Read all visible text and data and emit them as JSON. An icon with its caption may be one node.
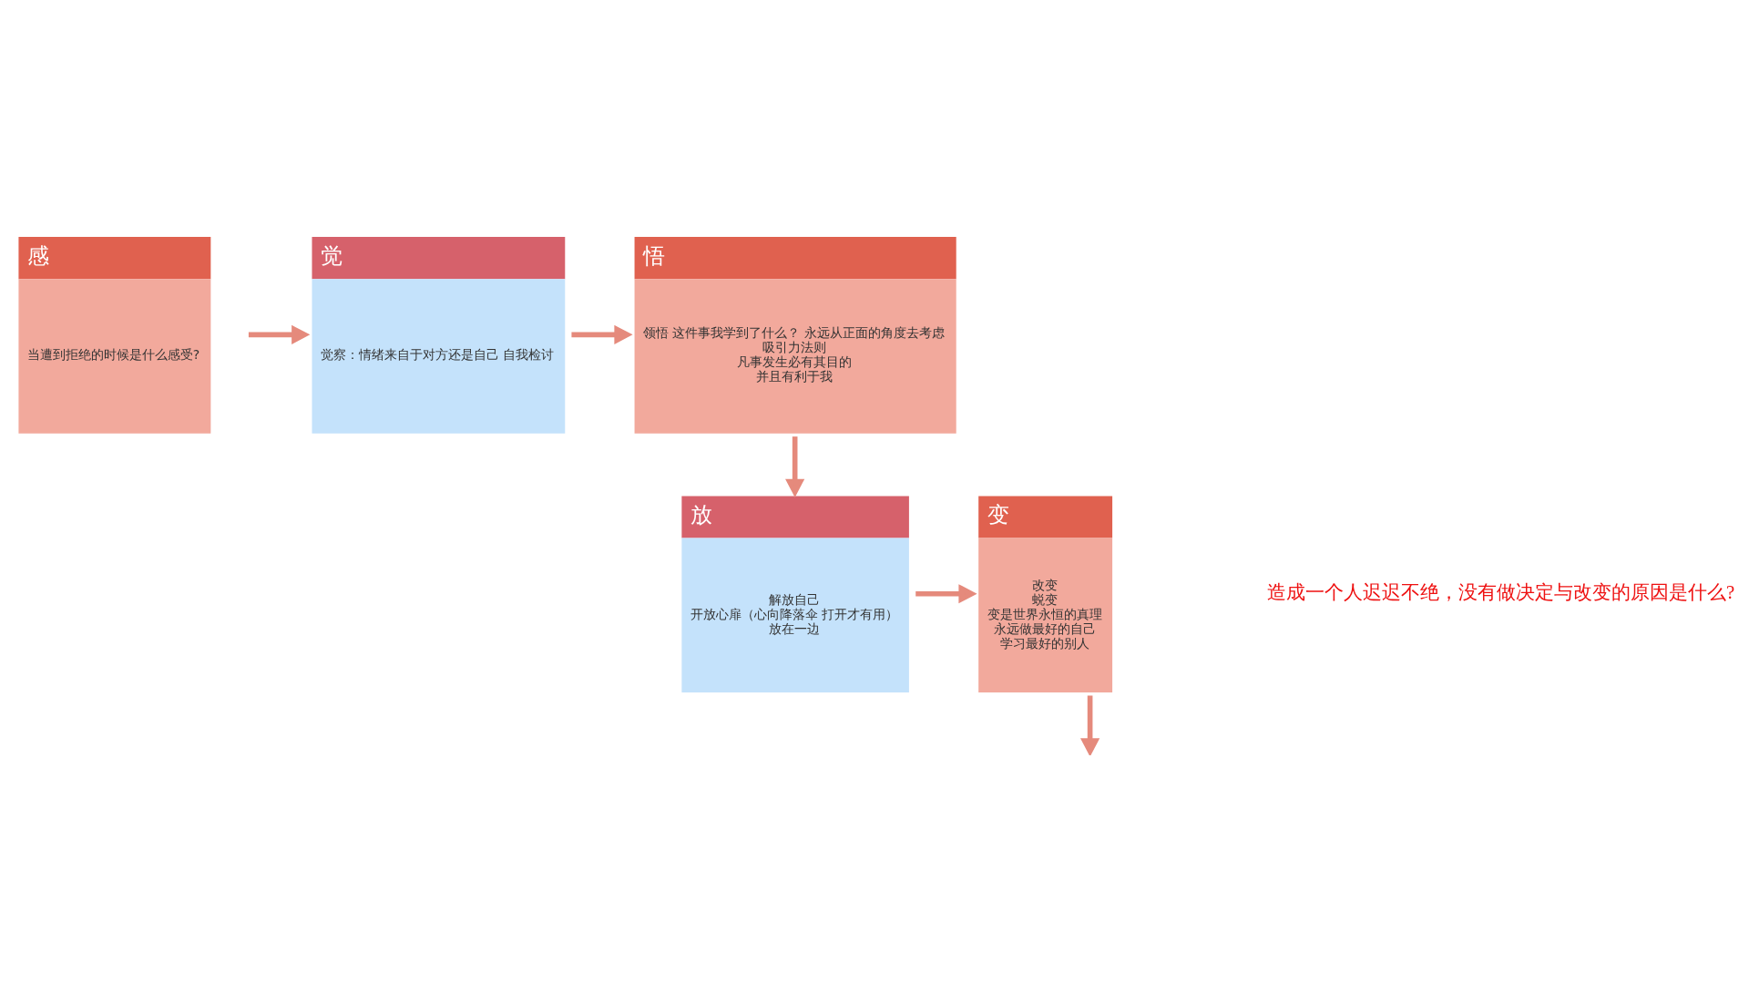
{
  "diagram": {
    "nodes": [
      {
        "text": [
          "感",
          "当遭到拒绝的时候是什么感受?"
        ]
      },
      {
        "text": [
          "觉",
          "觉察：情绪来自于对方还是自己 自我检讨"
        ]
      },
      {
        "text": [
          "悟",
          "领悟 这件事我学到了什么？ 永远从正面的角度去考虑",
          "吸引力法则",
          "凡事发生必有其目的",
          "并且有利于我"
        ]
      },
      {
        "text": [
          "变",
          "改变",
          "蜕变",
          "变是世界永恒的真理",
          "永远做最好的自己",
          "学习最好的别人"
        ]
      },
      {
        "text": [
          "放",
          "解放自己",
          "开放心扉（心向降落伞 打开才有用）",
          "放在一边"
        ]
      }
    ],
    "edges": [
      {
        "from": 0,
        "to": 1,
        "arrow": "to"
      },
      {
        "from": 1,
        "to": 2,
        "arrow": "to"
      },
      {
        "from": 2,
        "to": 4,
        "arrow": "to"
      },
      {
        "from": 4,
        "to": 3,
        "arrow": "to"
      },
      {
        "from": 3,
        "to": null,
        "arrow": "to"
      }
    ],
    "labels": [
      "造成一个人迟迟不绝，没有做决定与改变的原因是什么?"
    ]
  }
}
